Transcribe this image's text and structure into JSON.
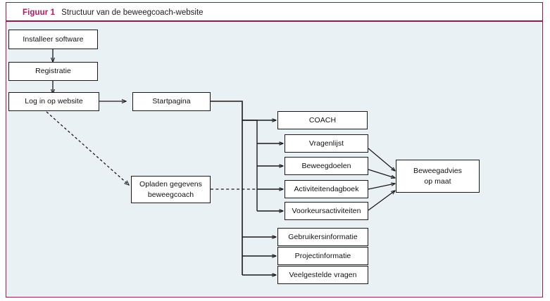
{
  "figure": {
    "number_label": "Figuur 1",
    "title": "Structuur van de beweegcoach-website",
    "accent_color": "#8e1d4d",
    "figno_color": "#b01a5b",
    "canvas_background": "#eaf1f5",
    "node_background": "#ffffff",
    "line_color": "#1a1a1a"
  },
  "nodes": {
    "installeer_software": "Installeer software",
    "registratie": "Registratie",
    "log_in_op_website": "Log in op website",
    "startpagina": "Startpagina",
    "opladen_gegevens_line1": "Opladen gegevens",
    "opladen_gegevens_line2": "beweegcoach",
    "coach": "COACH",
    "vragenlijst": "Vragenlijst",
    "beweegdoelen": "Beweegdoelen",
    "activiteitendagboek": "Activiteitendagboek",
    "voorkeursactiviteiten": "Voorkeursactiviteiten",
    "gebruikersinformatie": "Gebruikersinformatie",
    "projectinformatie": "Projectinformatie",
    "veelgestelde_vragen": "Veelgestelde vragen",
    "beweegadvies_line1": "Beweegadvies",
    "beweegadvies_line2": "op maat"
  }
}
